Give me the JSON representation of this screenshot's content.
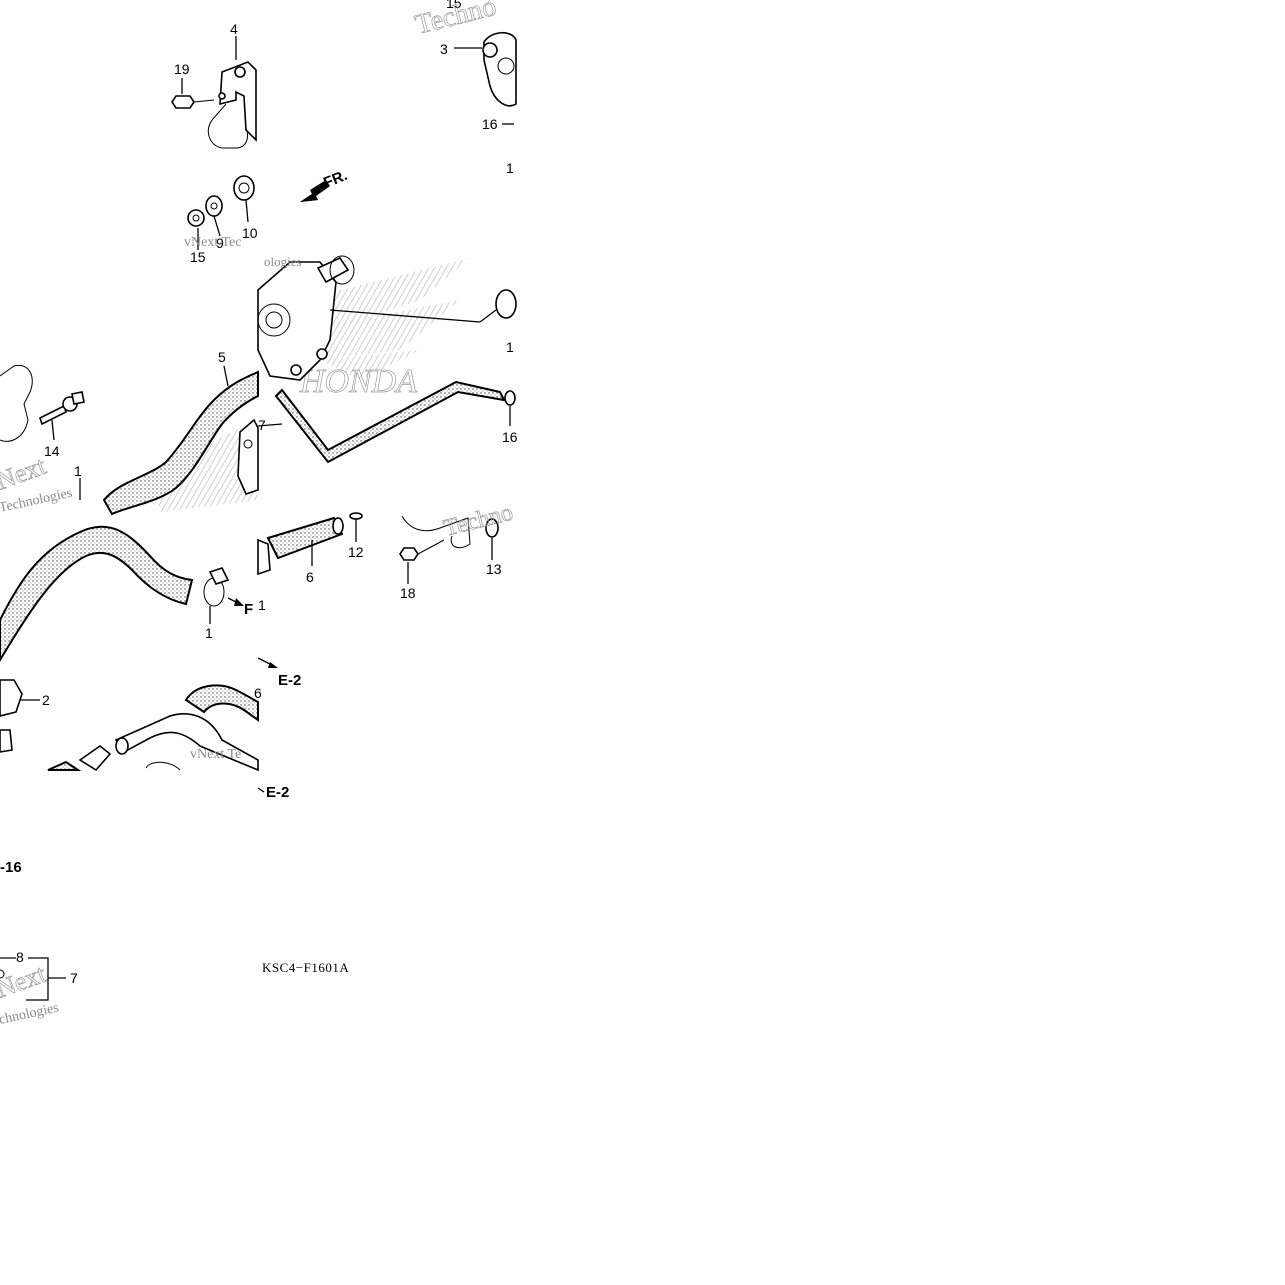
{
  "diagram": {
    "code": "KSC4−F1601A",
    "front_arrow_label": "FR.",
    "brand_watermark": "HONDA",
    "watermarks": [
      "Techno",
      "vNext Tec",
      "ologies",
      "Next",
      "Technologies",
      "vNext Te",
      "Techno",
      "Next",
      "chnologies"
    ],
    "reference_labels": [
      "E-2",
      "E-2",
      "-16"
    ],
    "callouts": [
      "15",
      "4",
      "3",
      "19",
      "16",
      "1",
      "9",
      "10",
      "15",
      "1",
      "5",
      "7",
      "14",
      "1",
      "16",
      "12",
      "6",
      "13",
      "18",
      "1",
      "1",
      "2",
      "6",
      "8",
      "7",
      "F"
    ]
  }
}
